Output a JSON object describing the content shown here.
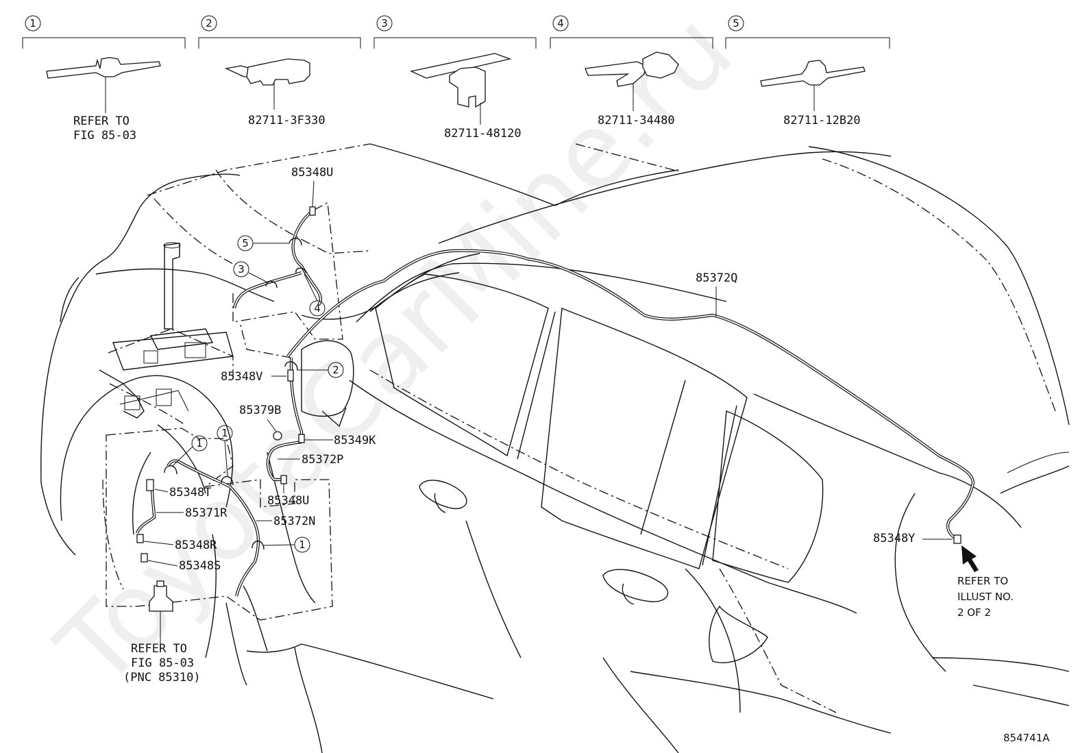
{
  "diagram": {
    "figure_id": "854741A",
    "watermark": "ToyotaCarMine.ru",
    "legend": [
      {
        "index": "1",
        "part_lines": [
          "REFER TO",
          "FIG 85-03"
        ]
      },
      {
        "index": "2",
        "part_lines": [
          "82711-3F330"
        ]
      },
      {
        "index": "3",
        "part_lines": [
          "82711-48120"
        ]
      },
      {
        "index": "4",
        "part_lines": [
          "82711-34480"
        ]
      },
      {
        "index": "5",
        "part_lines": [
          "82711-12B20"
        ]
      }
    ],
    "callouts": {
      "c5": "5",
      "c3": "3",
      "c4": "4",
      "c2": "2",
      "c1a": "1",
      "c1b": "1",
      "c1c": "1"
    },
    "parts": {
      "p85348U_top": "85348U",
      "p85372Q": "85372Q",
      "p85348V": "85348V",
      "p85379B": "85379B",
      "p85349K": "85349K",
      "p85372P": "85372P",
      "p85348U_mid": "85348U",
      "p85348T": "85348T",
      "p85371R": "85371R",
      "p85372N": "85372N",
      "p85348R": "85348R",
      "p85348S": "85348S",
      "p85348Y": "85348Y"
    },
    "notes": {
      "bottom_left": [
        "REFER TO",
        "FIG 85-03",
        "(PNC 85310)"
      ],
      "right": [
        "REFER TO",
        "ILLUST NO.",
        "2 OF 2"
      ]
    }
  }
}
